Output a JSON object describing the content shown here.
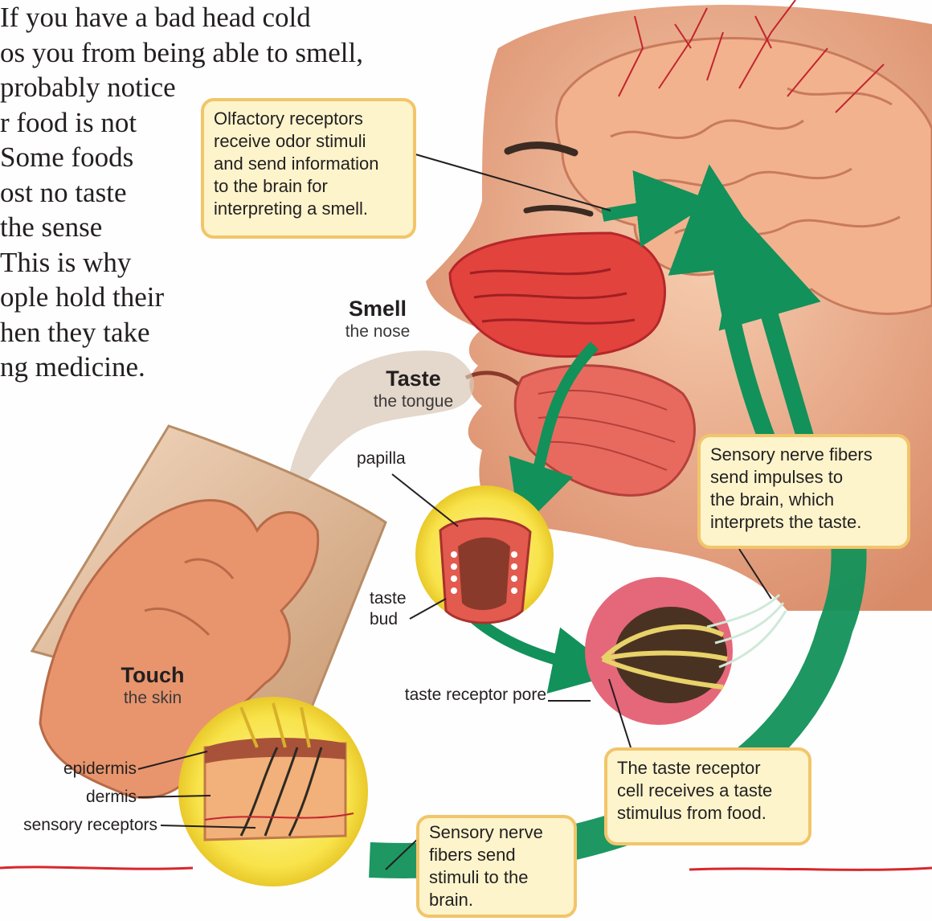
{
  "intro_text": [
    "If you have a bad head cold",
    "os you from being able to smell,",
    "probably notice",
    "r food is not",
    "Some foods",
    "ost no taste",
    "the sense",
    "This is why",
    "ople hold their",
    "hen they take",
    "ng medicine."
  ],
  "senses": {
    "smell": {
      "title": "Smell",
      "subtitle": "the nose"
    },
    "taste": {
      "title": "Taste",
      "subtitle": "the tongue"
    },
    "touch": {
      "title": "Touch",
      "subtitle": "the skin"
    }
  },
  "labels": {
    "papilla": "papilla",
    "taste_bud_1": "taste",
    "taste_bud_2": "bud",
    "taste_receptor_pore": "taste receptor pore",
    "epidermis": "epidermis",
    "dermis": "dermis",
    "sensory_receptors": "sensory receptors"
  },
  "callouts": {
    "olfactory": [
      "Olfactory receptors",
      "receive odor stimuli",
      "and send information",
      "to the brain for",
      "interpreting a smell."
    ],
    "nerve_taste": [
      "Sensory nerve fibers",
      "send impulses to",
      "the brain, which",
      "interprets the taste."
    ],
    "receptor_cell": [
      "The taste receptor",
      "cell receives a taste",
      "stimulus from food."
    ],
    "nerve_touch": [
      "Sensory nerve",
      "fibers send",
      "stimuli to the",
      "brain."
    ]
  },
  "colors": {
    "arrow_green": "#12915a",
    "callout_fill": "#fdf4cc",
    "callout_border": "#f2c56a",
    "divider_red": "#d8262d"
  }
}
